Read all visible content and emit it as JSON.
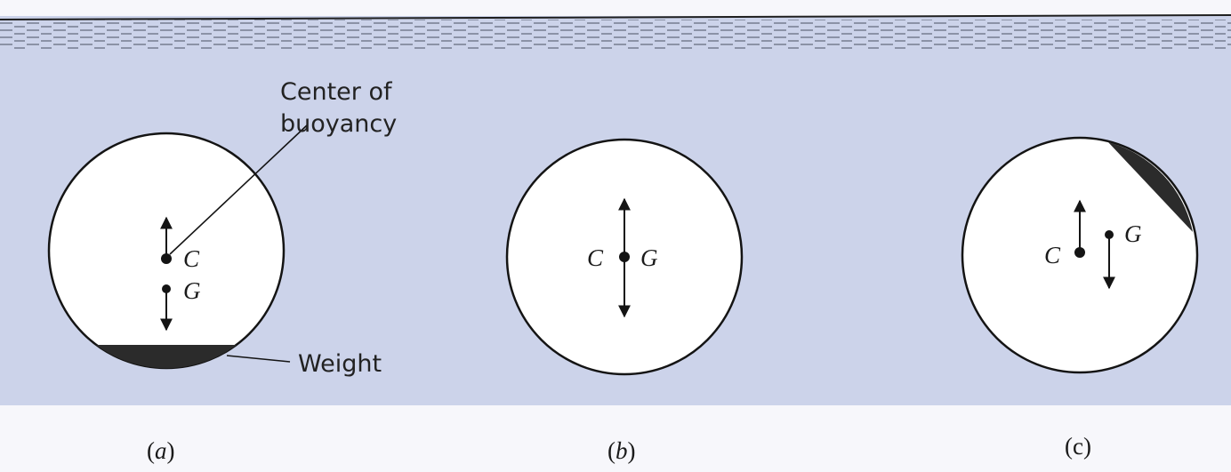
{
  "labels": {
    "center_of_buoyancy_line1": "Center of",
    "center_of_buoyancy_line2": "buoyancy",
    "weight": "Weight"
  },
  "panels": [
    {
      "id": "a",
      "caption_open": "(",
      "caption_letter": "a",
      "caption_close": ")",
      "c_label": "C",
      "g_label": "G"
    },
    {
      "id": "b",
      "caption_open": "(",
      "caption_letter": "b",
      "caption_close": ")",
      "c_label": "C",
      "g_label": "G"
    },
    {
      "id": "c",
      "caption_open": "(",
      "caption_letter": "c",
      "caption_close": ")",
      "c_label": "C",
      "g_label": "G"
    }
  ],
  "colors": {
    "water": "#ccd3ea",
    "background": "#f7f7fb",
    "ink": "#141414",
    "weight_fill": "#2b2b2b"
  }
}
